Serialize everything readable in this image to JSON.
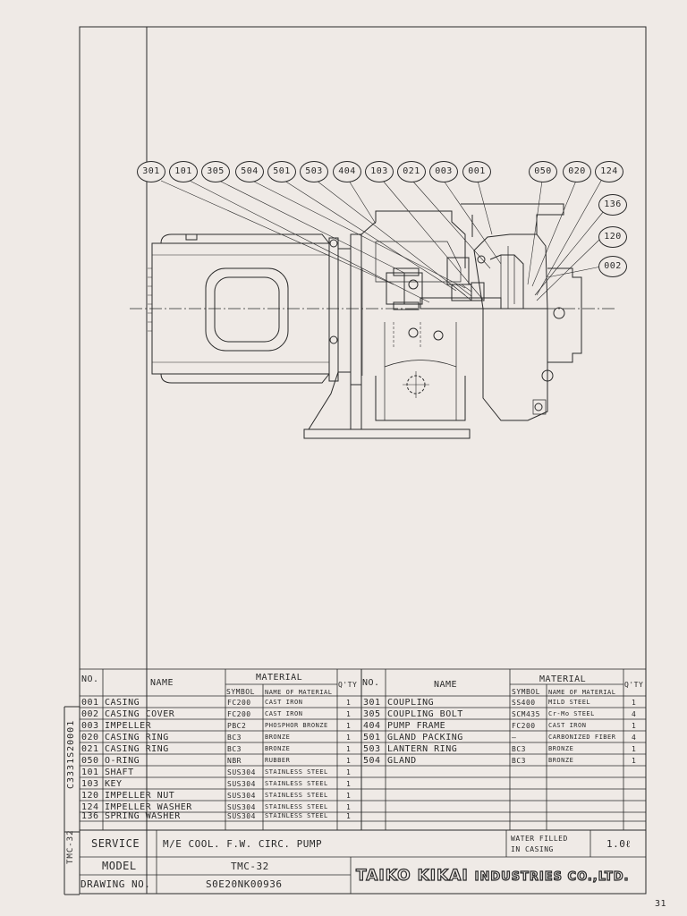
{
  "balloons": [
    "301",
    "101",
    "305",
    "504",
    "501",
    "503",
    "404",
    "103",
    "021",
    "003",
    "001",
    "050",
    "020",
    "124",
    "136",
    "120",
    "002"
  ],
  "headers": {
    "no": "NO.",
    "name": "NAME",
    "material": "MATERIAL",
    "symbol": "SYMBOL",
    "name_of_material": "NAME OF MATERIAL",
    "qty": "Q'TY"
  },
  "parts_left": [
    {
      "no": "001",
      "name": "CASING",
      "symbol": "FC200",
      "material": "CAST IRON",
      "qty": "1"
    },
    {
      "no": "002",
      "name": "CASING COVER",
      "symbol": "FC200",
      "material": "CAST IRON",
      "qty": "1"
    },
    {
      "no": "003",
      "name": "IMPELLER",
      "symbol": "PBC2",
      "material": "PHOSPHOR BRONZE",
      "qty": "1"
    },
    {
      "no": "020",
      "name": "CASING RING",
      "symbol": "BC3",
      "material": "BRONZE",
      "qty": "1"
    },
    {
      "no": "021",
      "name": "CASING RING",
      "symbol": "BC3",
      "material": "BRONZE",
      "qty": "1"
    },
    {
      "no": "050",
      "name": "O-RING",
      "symbol": "NBR",
      "material": "RUBBER",
      "qty": "1"
    },
    {
      "no": "101",
      "name": "SHAFT",
      "symbol": "SUS304",
      "material": "STAINLESS STEEL",
      "qty": "1"
    },
    {
      "no": "103",
      "name": "KEY",
      "symbol": "SUS304",
      "material": "STAINLESS STEEL",
      "qty": "1"
    },
    {
      "no": "120",
      "name": "IMPELLER NUT",
      "symbol": "SUS304",
      "material": "STAINLESS STEEL",
      "qty": "1"
    },
    {
      "no": "124",
      "name": "IMPELLER WASHER",
      "symbol": "SUS304",
      "material": "STAINLESS STEEL",
      "qty": "1"
    },
    {
      "no": "136",
      "name": "SPRING WASHER",
      "symbol": "SUS304",
      "material": "STAINLESS STEEL",
      "qty": "1"
    }
  ],
  "parts_right": [
    {
      "no": "301",
      "name": "COUPLING",
      "symbol": "SS400",
      "material": "MILD STEEL",
      "qty": "1"
    },
    {
      "no": "305",
      "name": "COUPLING BOLT",
      "symbol": "SCM435",
      "material": "Cr-Mo STEEL",
      "qty": "4"
    },
    {
      "no": "404",
      "name": "PUMP FRAME",
      "symbol": "FC200",
      "material": "CAST IRON",
      "qty": "1"
    },
    {
      "no": "501",
      "name": "GLAND PACKING",
      "symbol": "—",
      "material": "CARBONIZED FIBER",
      "qty": "4"
    },
    {
      "no": "503",
      "name": "LANTERN RING",
      "symbol": "BC3",
      "material": "BRONZE",
      "qty": "1"
    },
    {
      "no": "504",
      "name": "GLAND",
      "symbol": "BC3",
      "material": "BRONZE",
      "qty": "1"
    }
  ],
  "service_label": "SERVICE",
  "service_value": "M/E COOL. F.W. CIRC. PUMP",
  "water_label": "WATER FILLED IN CASING",
  "water_label_line1": "WATER FILLED",
  "water_label_line2": "IN CASING",
  "water_value": "1.0ℓ",
  "model_label": "MODEL",
  "model_value": "TMC-32",
  "drawing_label": "DRAWING NO.",
  "drawing_value": "S0E20NK00936",
  "company": "TAIKO KIKAI INDUSTRIES CO.,LTD.",
  "company_logo_a": "TAIKO KIKAI",
  "company_logo_b": "INDUSTRIES CO.,LTD.",
  "side_code": "C3331S20001",
  "side_model": "TMC-32",
  "page_number": "31"
}
